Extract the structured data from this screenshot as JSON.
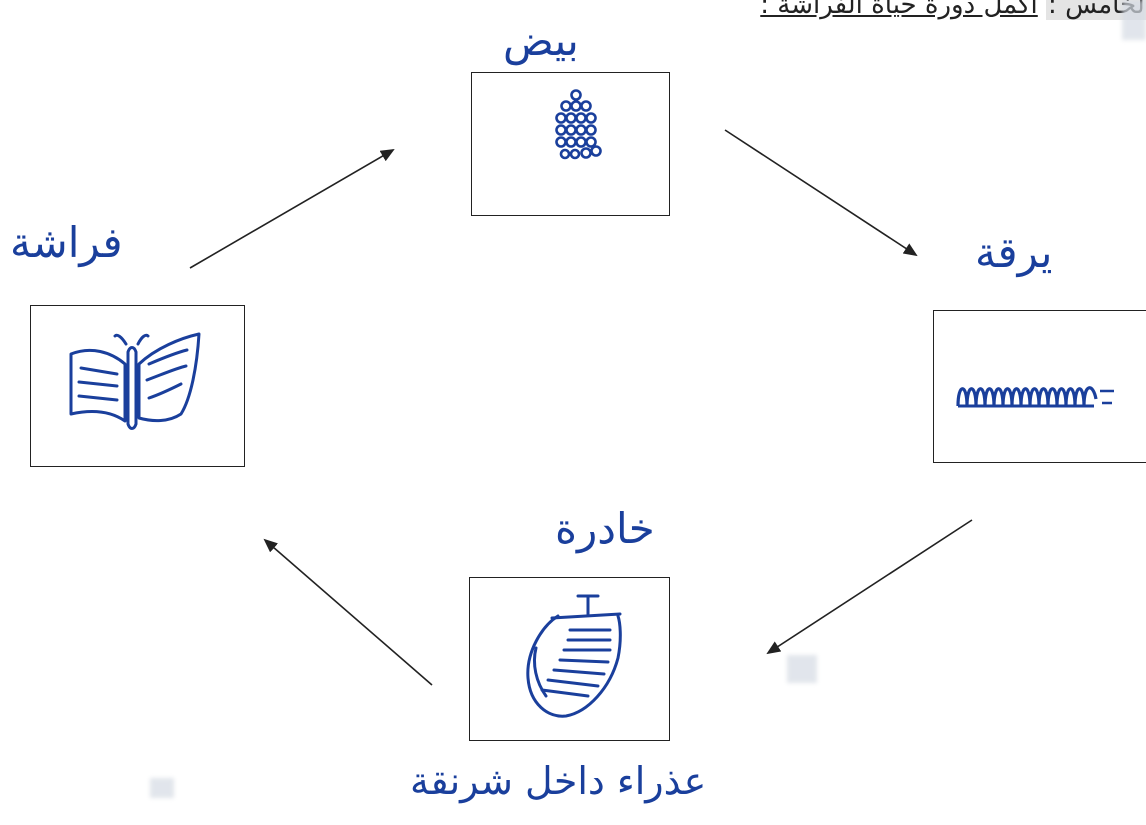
{
  "header": {
    "label": "الخامس :",
    "question": "أكمل دورة حياة الفراشة :"
  },
  "stages": {
    "top": {
      "answer": "بيض",
      "icon": "eggs-drawing"
    },
    "right": {
      "answer": "يرقة",
      "icon": "caterpillar-drawing"
    },
    "bottom": {
      "answer_top": "خادرة",
      "answer_bottom": "عذراء داخل شرنقة",
      "icon": "pupa-drawing"
    },
    "left": {
      "answer": "فراشة",
      "icon": "butterfly-drawing"
    }
  },
  "colors": {
    "ink": "#1a3f9c",
    "line": "#222222"
  }
}
